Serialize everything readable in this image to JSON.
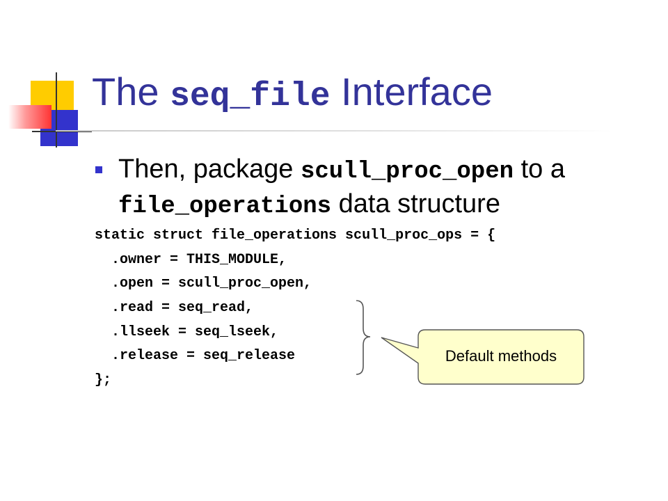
{
  "slide": {
    "title": {
      "prefix": "The ",
      "code": "seq_file",
      "suffix": " Interface"
    },
    "bullet": {
      "part1": "Then, package ",
      "code1": "scull_proc_open",
      "part2": " to a ",
      "code2": "file_operations",
      "part3": " data structure"
    },
    "code_lines": [
      "static struct file_operations scull_proc_ops = {",
      "  .owner = THIS_MODULE,",
      "  .open = scull_proc_open,",
      "  .read = seq_read,",
      "  .llseek = seq_lseek,",
      "  .release = seq_release",
      "};"
    ],
    "callout": {
      "text": "Default methods"
    }
  },
  "colors": {
    "title": "#333399",
    "bullet": "#3333cc",
    "callout_fill": "#ffffcc",
    "callout_stroke": "#555555",
    "deco_yellow": "#ffcc00",
    "deco_blue": "#3333cc",
    "deco_red": "#ff3333"
  }
}
